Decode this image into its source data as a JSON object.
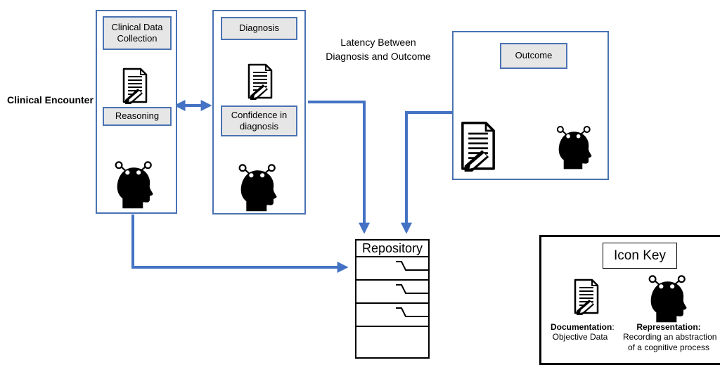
{
  "left_label": "Clinical Encounter",
  "latency": {
    "line1": "Latency Between",
    "line2": "Diagnosis and Outcome"
  },
  "box1": {
    "collect_line1": "Clinical Data",
    "collect_line2": "Collection",
    "reasoning": "Reasoning"
  },
  "box2": {
    "diagnosis": "Diagnosis",
    "confidence_line1": "Confidence in",
    "confidence_line2": "diagnosis"
  },
  "box3": {
    "outcome": "Outcome"
  },
  "repository": {
    "label": "Repository"
  },
  "icon_key": {
    "title": "Icon Key",
    "documentation_name": "Documentation",
    "documentation_colon": ":",
    "documentation_desc": "Objective Data",
    "representation_name": "Representation:",
    "representation_desc1": "Recording an abstraction",
    "representation_desc2": "of a cognitive process"
  },
  "colors": {
    "arrow": "#4472c4",
    "frame": "#4a72b2",
    "box_fill": "#e6e6e6"
  },
  "icons": [
    "document-icon",
    "head-icon"
  ]
}
